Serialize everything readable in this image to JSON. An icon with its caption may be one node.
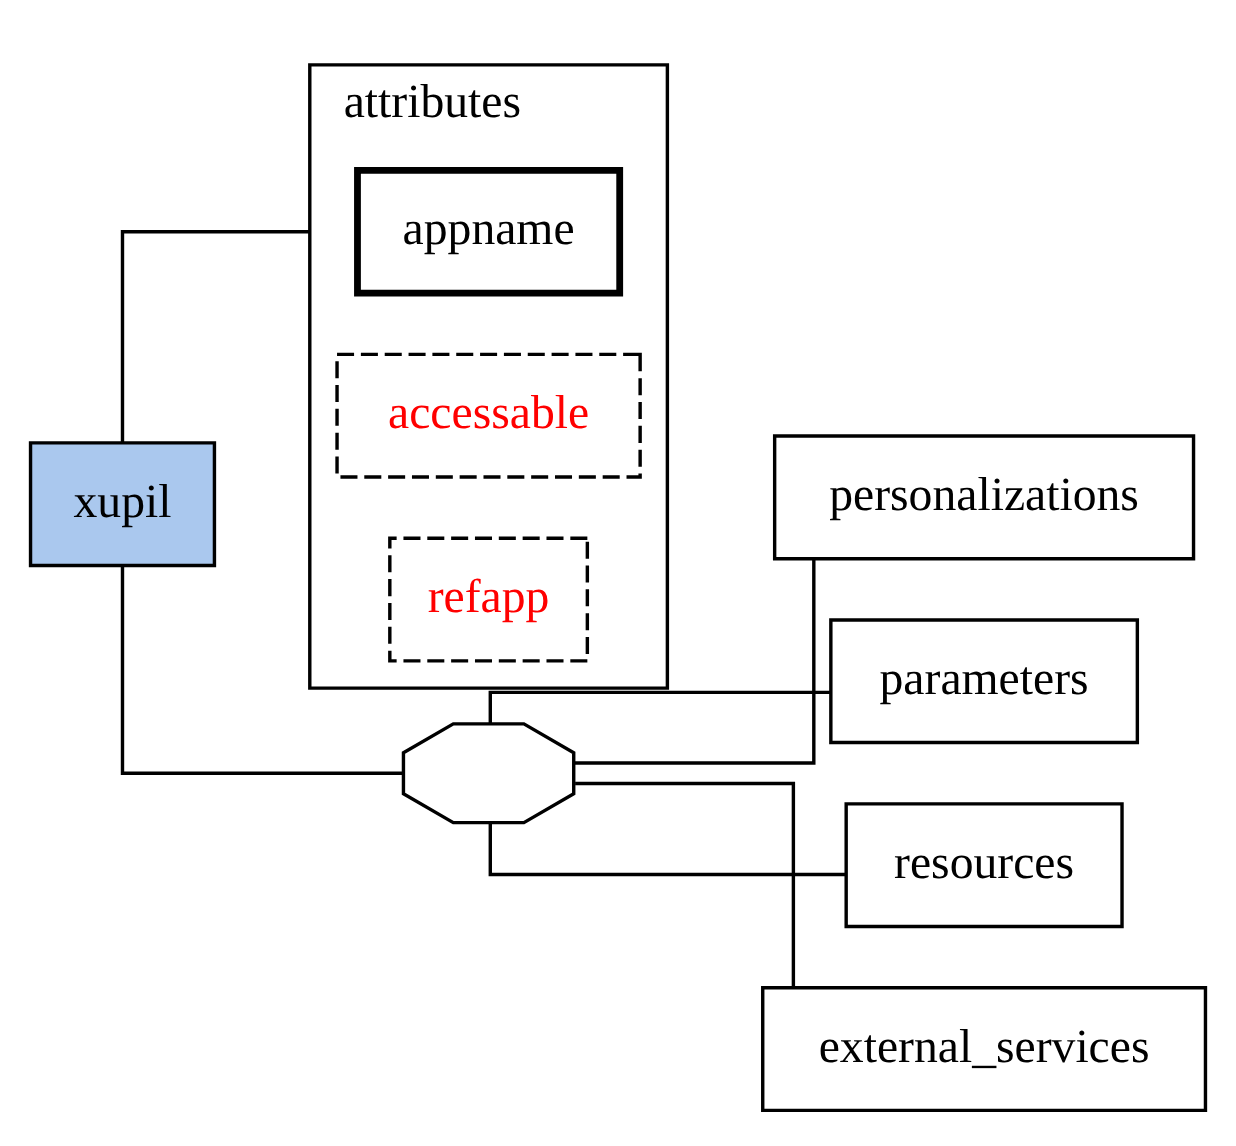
{
  "diagram": {
    "nodes": [
      {
        "text": [
          "xupil"
        ]
      },
      {
        "text": [
          "attributes"
        ]
      },
      {
        "text": [
          "appname"
        ],
        "in": 1
      },
      {
        "text": [
          "accessable"
        ],
        "in": 1
      },
      {
        "text": [
          "refapp"
        ],
        "in": 1
      },
      {
        "text": [],
        "shape": "octagon"
      },
      {
        "text": [
          "personalizations"
        ]
      },
      {
        "text": [
          "parameters"
        ]
      },
      {
        "text": [
          "resources"
        ]
      },
      {
        "text": [
          "external_services"
        ]
      }
    ],
    "edges": [
      {
        "from": 0,
        "to": 1,
        "arrow": "none"
      },
      {
        "from": 0,
        "to": 5,
        "arrow": "none"
      },
      {
        "from": 5,
        "to": 6,
        "arrow": "none"
      },
      {
        "from": 5,
        "to": 7,
        "arrow": "none"
      },
      {
        "from": 5,
        "to": 8,
        "arrow": "none"
      },
      {
        "from": 5,
        "to": 9,
        "arrow": "none"
      }
    ]
  }
}
